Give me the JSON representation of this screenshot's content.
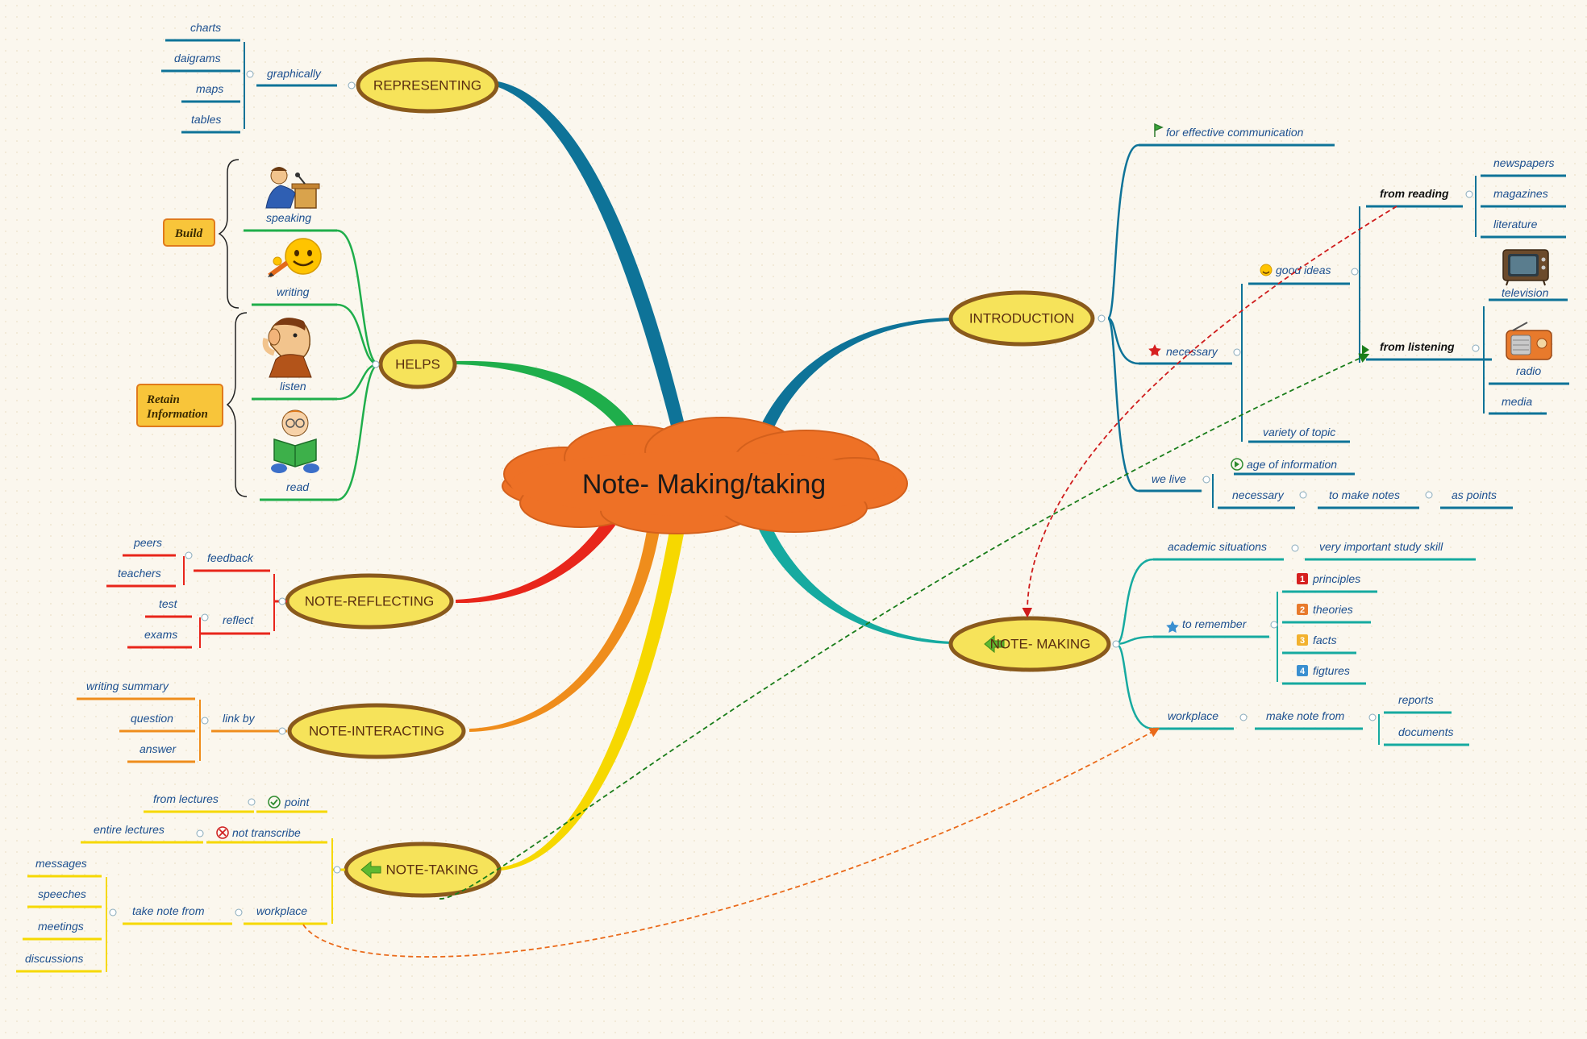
{
  "central": "Note- Making/taking",
  "main": {
    "representing": "REPRESENTING",
    "helps": "HELPS",
    "reflecting": "NOTE-REFLECTING",
    "interacting": "NOTE-INTERACTING",
    "taking": "NOTE-TAKING",
    "introduction": "INTRODUCTION",
    "making": "NOTE- MAKING"
  },
  "representing": {
    "graphically": "graphically",
    "items": [
      "charts",
      "daigrams",
      "maps",
      "tables"
    ]
  },
  "helps": {
    "items": [
      "speaking",
      "writing",
      "listen",
      "read"
    ],
    "build": "Build",
    "retain_1": "Retain",
    "retain_2": "Information"
  },
  "reflecting": {
    "feedback": "feedback",
    "feedback_items": [
      "peers",
      "teachers"
    ],
    "reflect": "reflect",
    "reflect_items": [
      "test",
      "exams"
    ]
  },
  "interacting": {
    "link_by": "link by",
    "items": [
      "writing summary",
      "question",
      "answer"
    ]
  },
  "taking": {
    "from_lectures": "from lectures",
    "point": "point",
    "entire_lectures": "entire lectures",
    "not_transcribe": "not transcribe",
    "workplace": "workplace",
    "take_note_from": "take note from",
    "items": [
      "messages",
      "speeches",
      "meetings",
      "discussions"
    ]
  },
  "introduction": {
    "effective": "for effective communication",
    "necessary": "necessary",
    "good_ideas": "good ideas",
    "from_reading": "from reading",
    "reading_items": [
      "newspapers",
      "magazines",
      "literature"
    ],
    "from_listening": "from listening",
    "listening_items": [
      "television",
      "radio",
      "media"
    ],
    "variety": "variety of topic",
    "we_live": "we live",
    "age_info": "age of information",
    "necessary2": "necessary",
    "to_make_notes": "to make notes",
    "as_points": "as points"
  },
  "making": {
    "academic": "academic situations",
    "important": "very important study skill",
    "to_remember": "to remember",
    "remember_items": [
      "principles",
      "theories",
      "facts",
      "figtures"
    ],
    "remember_numbers": [
      "1",
      "2",
      "3",
      "4"
    ],
    "workplace": "workplace",
    "make_note_from": "make note from",
    "make_items": [
      "reports",
      "documents"
    ]
  },
  "colors": {
    "representing": "#0e7398",
    "helps": "#1fae4b",
    "reflecting": "#e8261b",
    "interacting": "#ef8d1c",
    "taking": "#f6d800",
    "introduction": "#0e7398",
    "making": "#16aaa0",
    "central": "#ee7126",
    "node_fill": "#f6e35a",
    "node_border": "#8a5a1c"
  },
  "icons": {
    "speaking": "speaker-at-podium-icon",
    "writing": "smiley-with-pencil-icon",
    "listen": "man-listening-icon",
    "read": "child-reading-icon",
    "television": "television-icon",
    "radio": "radio-icon"
  }
}
